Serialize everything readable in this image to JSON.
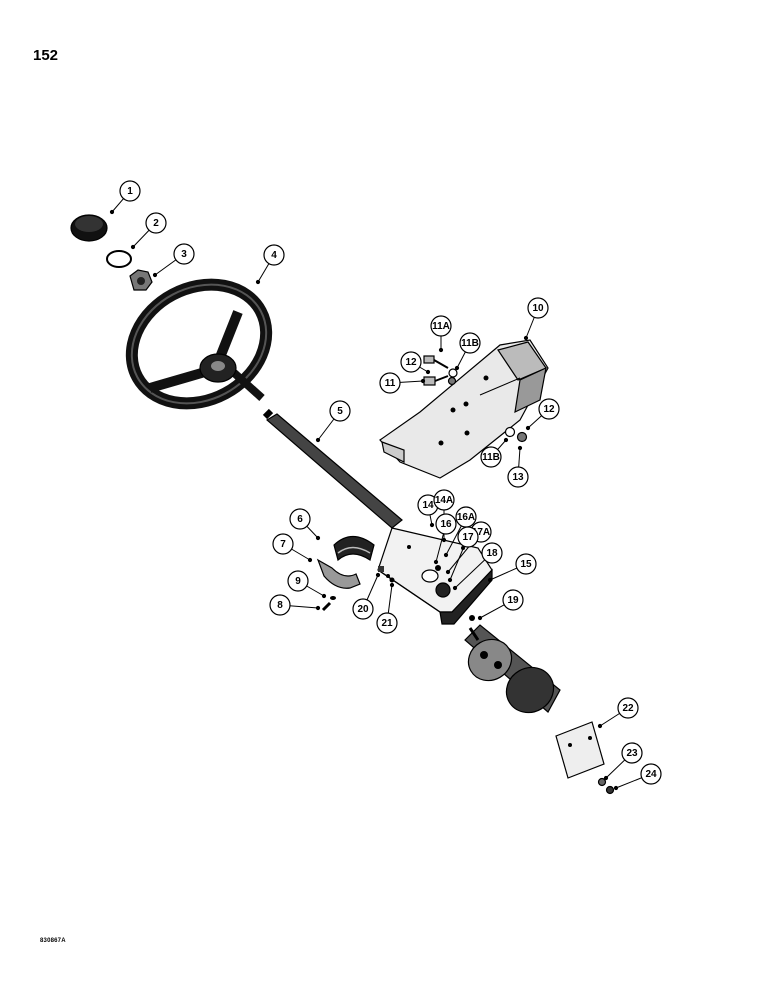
{
  "page_number": "152",
  "figure_code": "830867A",
  "callouts": [
    "1",
    "2",
    "3",
    "4",
    "5",
    "6",
    "7",
    "8",
    "9",
    "10",
    "11A",
    "11B",
    "12",
    "11",
    "12",
    "11B",
    "13",
    "14",
    "14A",
    "16A",
    "16",
    "17A",
    "17",
    "18",
    "15",
    "19",
    "20",
    "21",
    "22",
    "23",
    "24"
  ]
}
